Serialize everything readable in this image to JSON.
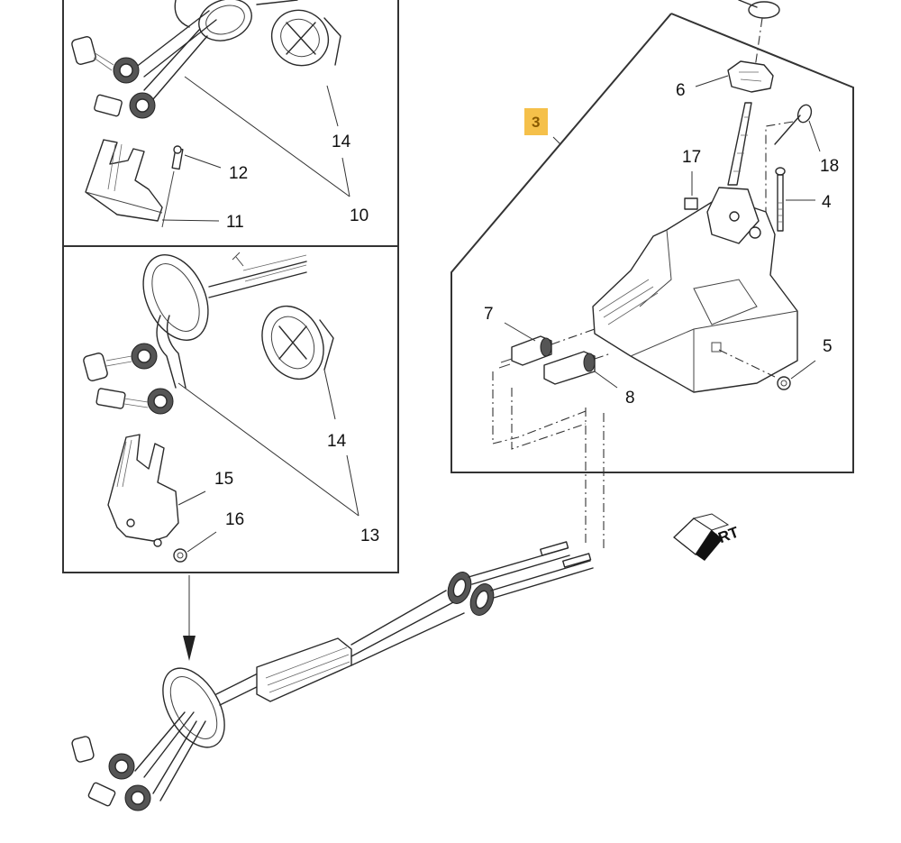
{
  "diagram": {
    "type": "exploded-parts-view",
    "subject": "Manual transmission shift control and cables",
    "assembly_badge": {
      "label": "3",
      "color": "#f5c04a"
    },
    "callouts": {
      "c4": "4",
      "c5": "5",
      "c6": "6",
      "c7": "7",
      "c8": "8",
      "c10": "10",
      "c11": "11",
      "c12": "12",
      "c13": "13",
      "c14a": "14",
      "c14b": "14",
      "c15": "15",
      "c16": "16",
      "c17": "17",
      "c18": "18"
    },
    "orientation_indicator": {
      "label": "FRT",
      "icon": "front-direction-arrow-icon"
    }
  }
}
